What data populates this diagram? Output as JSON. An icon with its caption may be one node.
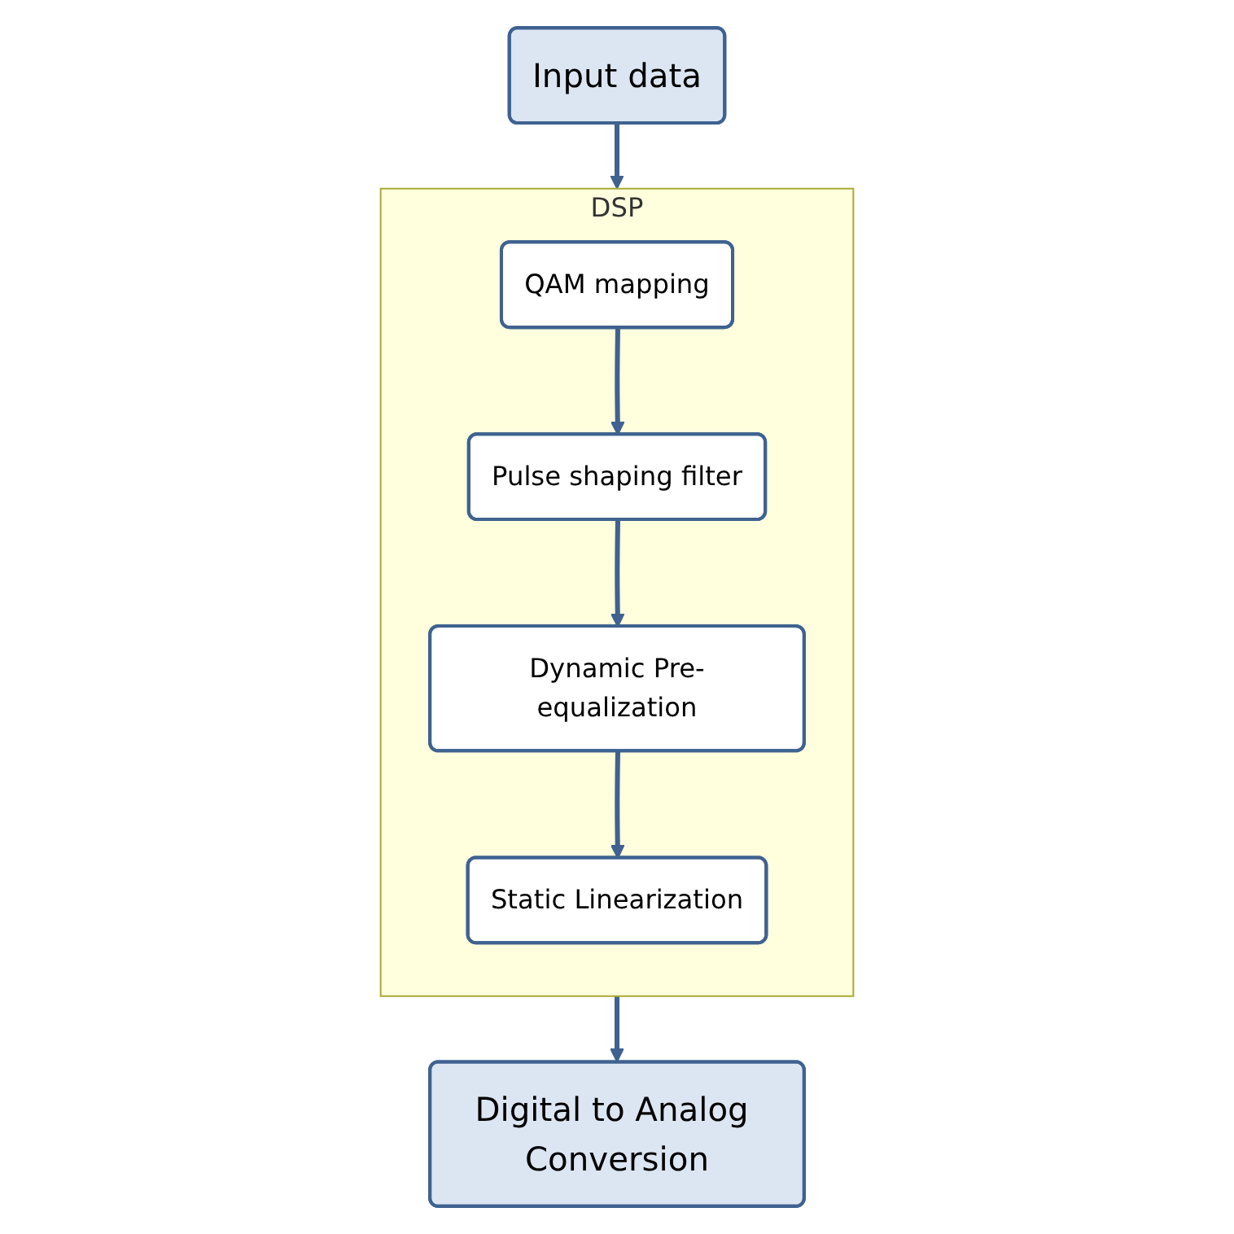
{
  "diagram": {
    "nodes": [
      {
        "text": [
          "Input data"
        ]
      },
      {
        "text": [
          "DSP"
        ]
      },
      {
        "text": [
          "QAM mapping"
        ],
        "in": 1
      },
      {
        "text": [
          "Pulse shaping filter"
        ],
        "in": 1
      },
      {
        "text": [
          "Dynamic Pre-equalization"
        ],
        "in": 1
      },
      {
        "text": [
          "Static Linearization"
        ],
        "in": 1
      },
      {
        "text": [
          "Digital to Analog Conversion"
        ]
      }
    ],
    "edges": [
      {
        "from": 0,
        "to": 1,
        "arrow": "to"
      },
      {
        "from": 2,
        "to": 3,
        "arrow": "to"
      },
      {
        "from": 3,
        "to": 4,
        "arrow": "to"
      },
      {
        "from": 4,
        "to": 5,
        "arrow": "to"
      },
      {
        "from": 1,
        "to": 6,
        "arrow": "to"
      }
    ]
  }
}
